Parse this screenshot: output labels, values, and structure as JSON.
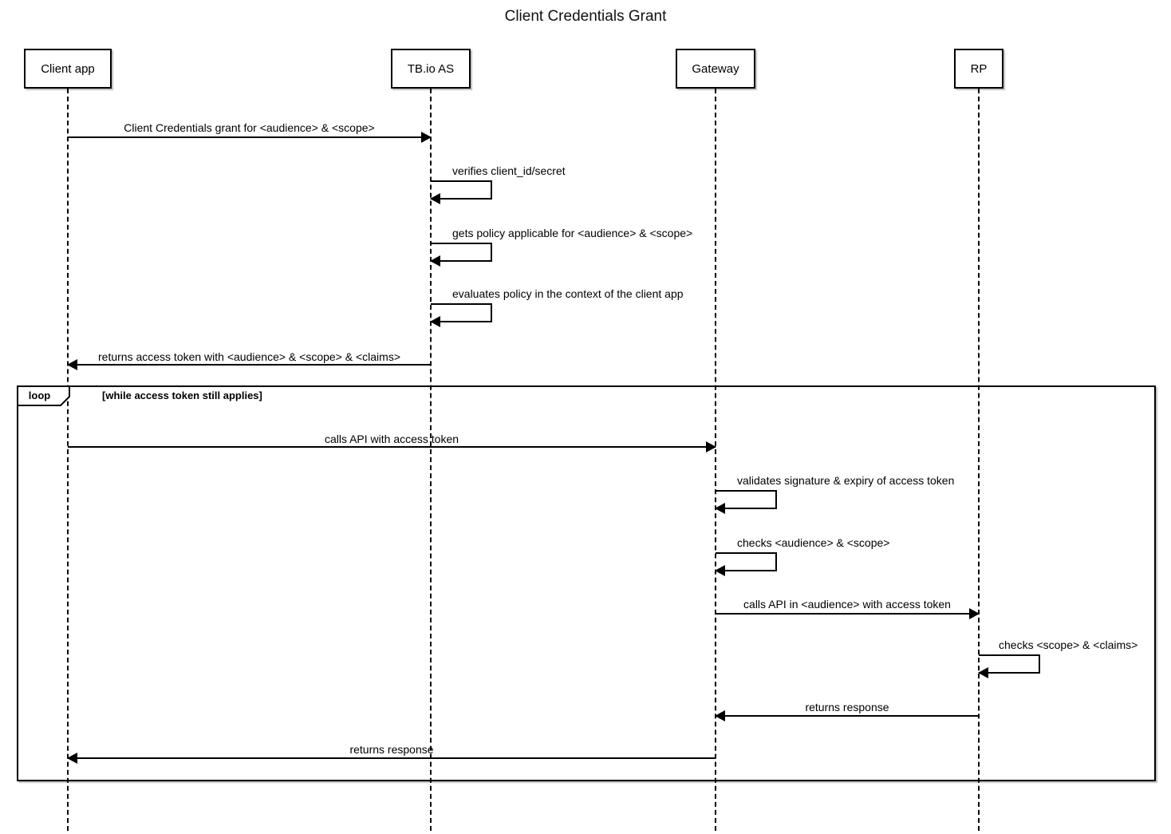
{
  "title": "Client Credentials Grant",
  "actors": [
    {
      "name": "Client app"
    },
    {
      "name": "TB.io AS"
    },
    {
      "name": "Gateway"
    },
    {
      "name": "RP"
    }
  ],
  "loop_fragment": {
    "operator": "loop",
    "guard": "[while access token still applies]"
  },
  "messages": [
    {
      "text": "Client Credentials grant for <audience> & <scope>",
      "from": "Client app",
      "to": "TB.io AS",
      "kind": "arrow"
    },
    {
      "text": "verifies client_id/secret",
      "from": "TB.io AS",
      "to": "TB.io AS",
      "kind": "self"
    },
    {
      "text": "gets policy applicable for <audience> & <scope>",
      "from": "TB.io AS",
      "to": "TB.io AS",
      "kind": "self"
    },
    {
      "text": "evaluates policy in the context of the client app",
      "from": "TB.io AS",
      "to": "TB.io AS",
      "kind": "self"
    },
    {
      "text": "returns access token with <audience> & <scope> & <claims>",
      "from": "TB.io AS",
      "to": "Client app",
      "kind": "arrow"
    },
    {
      "text": "calls API with access token",
      "from": "Client app",
      "to": "Gateway",
      "kind": "arrow",
      "in_loop": true
    },
    {
      "text": "validates signature & expiry of access token",
      "from": "Gateway",
      "to": "Gateway",
      "kind": "self",
      "in_loop": true
    },
    {
      "text": "checks <audience> & <scope>",
      "from": "Gateway",
      "to": "Gateway",
      "kind": "self",
      "in_loop": true
    },
    {
      "text": "calls API in <audience> with access token",
      "from": "Gateway",
      "to": "RP",
      "kind": "arrow",
      "in_loop": true
    },
    {
      "text": "checks <scope> & <claims>",
      "from": "RP",
      "to": "RP",
      "kind": "self",
      "in_loop": true
    },
    {
      "text": "returns response",
      "from": "RP",
      "to": "Gateway",
      "kind": "arrow",
      "in_loop": true
    },
    {
      "text": "returns response",
      "from": "Gateway",
      "to": "Client app",
      "kind": "arrow",
      "in_loop": true
    }
  ]
}
